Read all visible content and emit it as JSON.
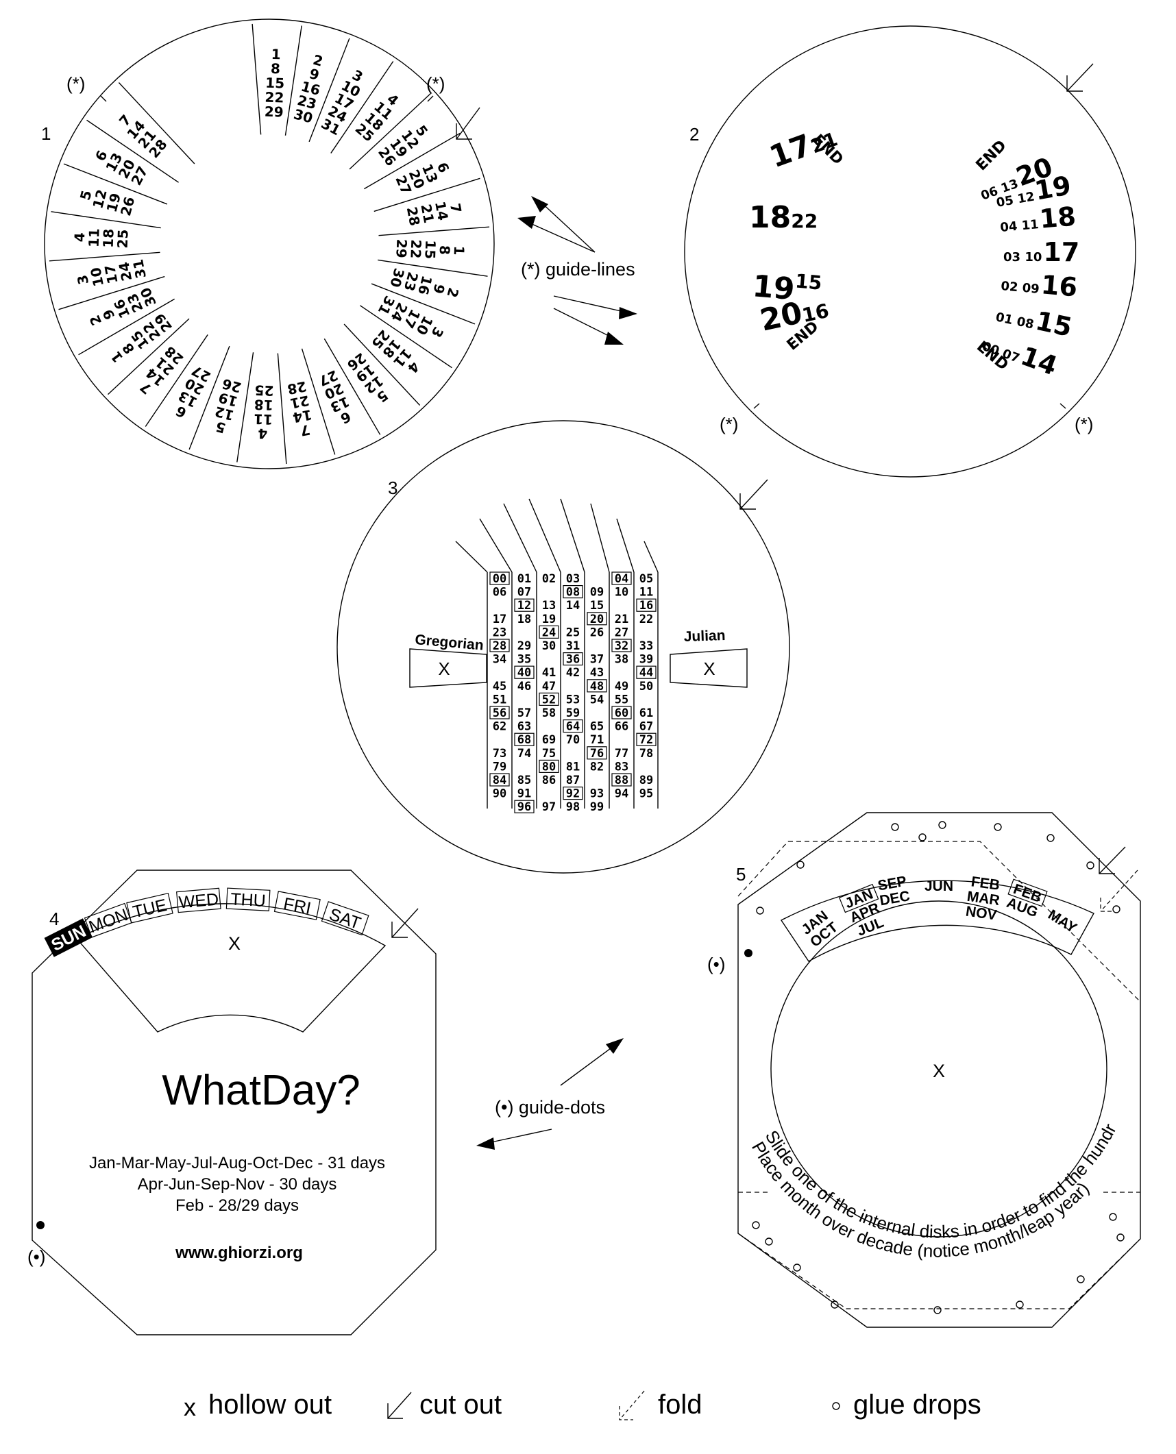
{
  "guide_lines_label": "(*) guide-lines",
  "guide_dots_label": "(•) guide-dots",
  "asterisk": "(*)",
  "dot_mark": "(•)",
  "disk1": {
    "number": "1",
    "sectors": [
      [
        "1",
        "8",
        "15",
        "22",
        "29"
      ],
      [
        "2",
        "9",
        "16",
        "23",
        "30"
      ],
      [
        "3",
        "10",
        "17",
        "24",
        "31"
      ],
      [
        "4",
        "11",
        "18",
        "25"
      ],
      [
        "5",
        "12",
        "19",
        "26"
      ],
      [
        "6",
        "13",
        "20",
        "27"
      ],
      [
        "7",
        "14",
        "21",
        "28"
      ],
      [
        "1",
        "8",
        "15",
        "22",
        "29"
      ],
      [
        "2",
        "9",
        "16",
        "23",
        "30"
      ],
      [
        "3",
        "10",
        "17",
        "24",
        "31"
      ],
      [
        "4",
        "11",
        "18",
        "25"
      ],
      [
        "5",
        "12",
        "19",
        "26"
      ],
      [
        "6",
        "13",
        "20",
        "27"
      ],
      [
        "7",
        "14",
        "21",
        "28"
      ],
      [
        "4",
        "11",
        "18",
        "25"
      ],
      [
        "5",
        "12",
        "19",
        "26"
      ],
      [
        "6",
        "13",
        "20",
        "27"
      ],
      [
        "7",
        "14",
        "21",
        "28"
      ],
      [
        "1",
        "8",
        "15",
        "22",
        "29"
      ],
      [
        "2",
        "9",
        "16",
        "23",
        "30"
      ],
      [
        "3",
        "10",
        "17",
        "24",
        "31"
      ],
      [
        "4",
        "11",
        "18",
        "25"
      ],
      [
        "5",
        "12",
        "19",
        "26"
      ],
      [
        "6",
        "13",
        "20",
        "27"
      ],
      [
        "7",
        "14",
        "21",
        "28"
      ]
    ]
  },
  "disk2": {
    "number": "2",
    "end": "END",
    "left": [
      {
        "big": "17",
        "small": "21"
      },
      {
        "big": "18",
        "small": "22"
      },
      {
        "big": "19",
        "small": "15"
      },
      {
        "big": "20",
        "small": "16"
      }
    ],
    "right": [
      {
        "small": "06 13",
        "big": "20"
      },
      {
        "small": "05 12",
        "big": "19"
      },
      {
        "small": "04 11",
        "big": "18"
      },
      {
        "small": "03 10",
        "big": "17"
      },
      {
        "small": "02 09",
        "big": "16"
      },
      {
        "small": "01 08",
        "big": "15"
      },
      {
        "small": "00 07",
        "big": "14"
      }
    ]
  },
  "disk3": {
    "number": "3",
    "gregorian": "Gregorian",
    "julian": "Julian",
    "hollow": "X",
    "columns": [
      [
        [
          "00",
          1
        ],
        [
          "06",
          0
        ],
        [
          "",
          0
        ],
        [
          "17",
          0
        ],
        [
          "23",
          0
        ],
        [
          "28",
          1
        ],
        [
          "34",
          0
        ],
        [
          "",
          0
        ],
        [
          "45",
          0
        ],
        [
          "51",
          0
        ],
        [
          "56",
          1
        ],
        [
          "62",
          0
        ],
        [
          "",
          0
        ],
        [
          "73",
          0
        ],
        [
          "79",
          0
        ],
        [
          "84",
          1
        ],
        [
          "90",
          0
        ]
      ],
      [
        [
          "01",
          0
        ],
        [
          "07",
          0
        ],
        [
          "12",
          1
        ],
        [
          "18",
          0
        ],
        [
          "",
          0
        ],
        [
          "29",
          0
        ],
        [
          "35",
          0
        ],
        [
          "40",
          1
        ],
        [
          "46",
          0
        ],
        [
          "",
          0
        ],
        [
          "57",
          0
        ],
        [
          "63",
          0
        ],
        [
          "68",
          1
        ],
        [
          "74",
          0
        ],
        [
          "",
          0
        ],
        [
          "85",
          0
        ],
        [
          "91",
          0
        ],
        [
          "96",
          1
        ]
      ],
      [
        [
          "02",
          0
        ],
        [
          "",
          0
        ],
        [
          "13",
          0
        ],
        [
          "19",
          0
        ],
        [
          "24",
          1
        ],
        [
          "30",
          0
        ],
        [
          "",
          0
        ],
        [
          "41",
          0
        ],
        [
          "47",
          0
        ],
        [
          "52",
          1
        ],
        [
          "58",
          0
        ],
        [
          "",
          0
        ],
        [
          "69",
          0
        ],
        [
          "75",
          0
        ],
        [
          "80",
          1
        ],
        [
          "86",
          0
        ],
        [
          "",
          0
        ],
        [
          "97",
          0
        ]
      ],
      [
        [
          "03",
          0
        ],
        [
          "08",
          1
        ],
        [
          "14",
          0
        ],
        [
          "",
          0
        ],
        [
          "25",
          0
        ],
        [
          "31",
          0
        ],
        [
          "36",
          1
        ],
        [
          "42",
          0
        ],
        [
          "",
          0
        ],
        [
          "53",
          0
        ],
        [
          "59",
          0
        ],
        [
          "64",
          1
        ],
        [
          "70",
          0
        ],
        [
          "",
          0
        ],
        [
          "81",
          0
        ],
        [
          "87",
          0
        ],
        [
          "92",
          1
        ],
        [
          "98",
          0
        ]
      ],
      [
        [
          "",
          0
        ],
        [
          "09",
          0
        ],
        [
          "15",
          0
        ],
        [
          "20",
          1
        ],
        [
          "26",
          0
        ],
        [
          "",
          0
        ],
        [
          "37",
          0
        ],
        [
          "43",
          0
        ],
        [
          "48",
          1
        ],
        [
          "54",
          0
        ],
        [
          "",
          0
        ],
        [
          "65",
          0
        ],
        [
          "71",
          0
        ],
        [
          "76",
          1
        ],
        [
          "82",
          0
        ],
        [
          "",
          0
        ],
        [
          "93",
          0
        ],
        [
          "99",
          0
        ]
      ],
      [
        [
          "04",
          1
        ],
        [
          "10",
          0
        ],
        [
          "",
          0
        ],
        [
          "21",
          0
        ],
        [
          "27",
          0
        ],
        [
          "32",
          1
        ],
        [
          "38",
          0
        ],
        [
          "",
          0
        ],
        [
          "49",
          0
        ],
        [
          "55",
          0
        ],
        [
          "60",
          1
        ],
        [
          "66",
          0
        ],
        [
          "",
          0
        ],
        [
          "77",
          0
        ],
        [
          "83",
          0
        ],
        [
          "88",
          1
        ],
        [
          "94",
          0
        ]
      ],
      [
        [
          "05",
          0
        ],
        [
          "11",
          0
        ],
        [
          "16",
          1
        ],
        [
          "22",
          0
        ],
        [
          "",
          0
        ],
        [
          "33",
          0
        ],
        [
          "39",
          0
        ],
        [
          "44",
          1
        ],
        [
          "50",
          0
        ],
        [
          "",
          0
        ],
        [
          "61",
          0
        ],
        [
          "67",
          0
        ],
        [
          "72",
          1
        ],
        [
          "78",
          0
        ],
        [
          "",
          0
        ],
        [
          "89",
          0
        ],
        [
          "95",
          0
        ]
      ]
    ]
  },
  "disk4": {
    "number": "4",
    "days": [
      "SUN",
      "MON",
      "TUE",
      "WED",
      "THU",
      "FRI",
      "SAT"
    ],
    "hollow": "X",
    "title": "WhatDay?",
    "info": [
      "Jan-Mar-May-Jul-Aug-Oct-Dec - 31 days",
      "Apr-Jun-Sep-Nov - 30 days",
      "Feb - 28/29 days"
    ],
    "url": "www.ghiorzi.org"
  },
  "disk5": {
    "number": "5",
    "months": [
      [
        "JAN",
        "OCT"
      ],
      [
        "JAN",
        "APR",
        "JUL"
      ],
      [
        "SEP",
        "DEC"
      ],
      [
        "JUN"
      ],
      [
        "FEB",
        "MAR",
        "NOV"
      ],
      [
        "FEB",
        "AUG"
      ],
      [
        "MAY"
      ]
    ],
    "hollow": "X",
    "instr1_a": "Slide one of the internal disks in order to find the hundred",
    "instr2_a": "Place month over decade (notice",
    "instr2_month": "month",
    "instr2_leap": "/leap",
    "instr2_year": "year",
    "instr2_close": ")"
  },
  "legend": {
    "hollow_symbol": "x",
    "hollow": "hollow out",
    "cut": "cut out",
    "fold": "fold",
    "glue": "glue drops"
  }
}
